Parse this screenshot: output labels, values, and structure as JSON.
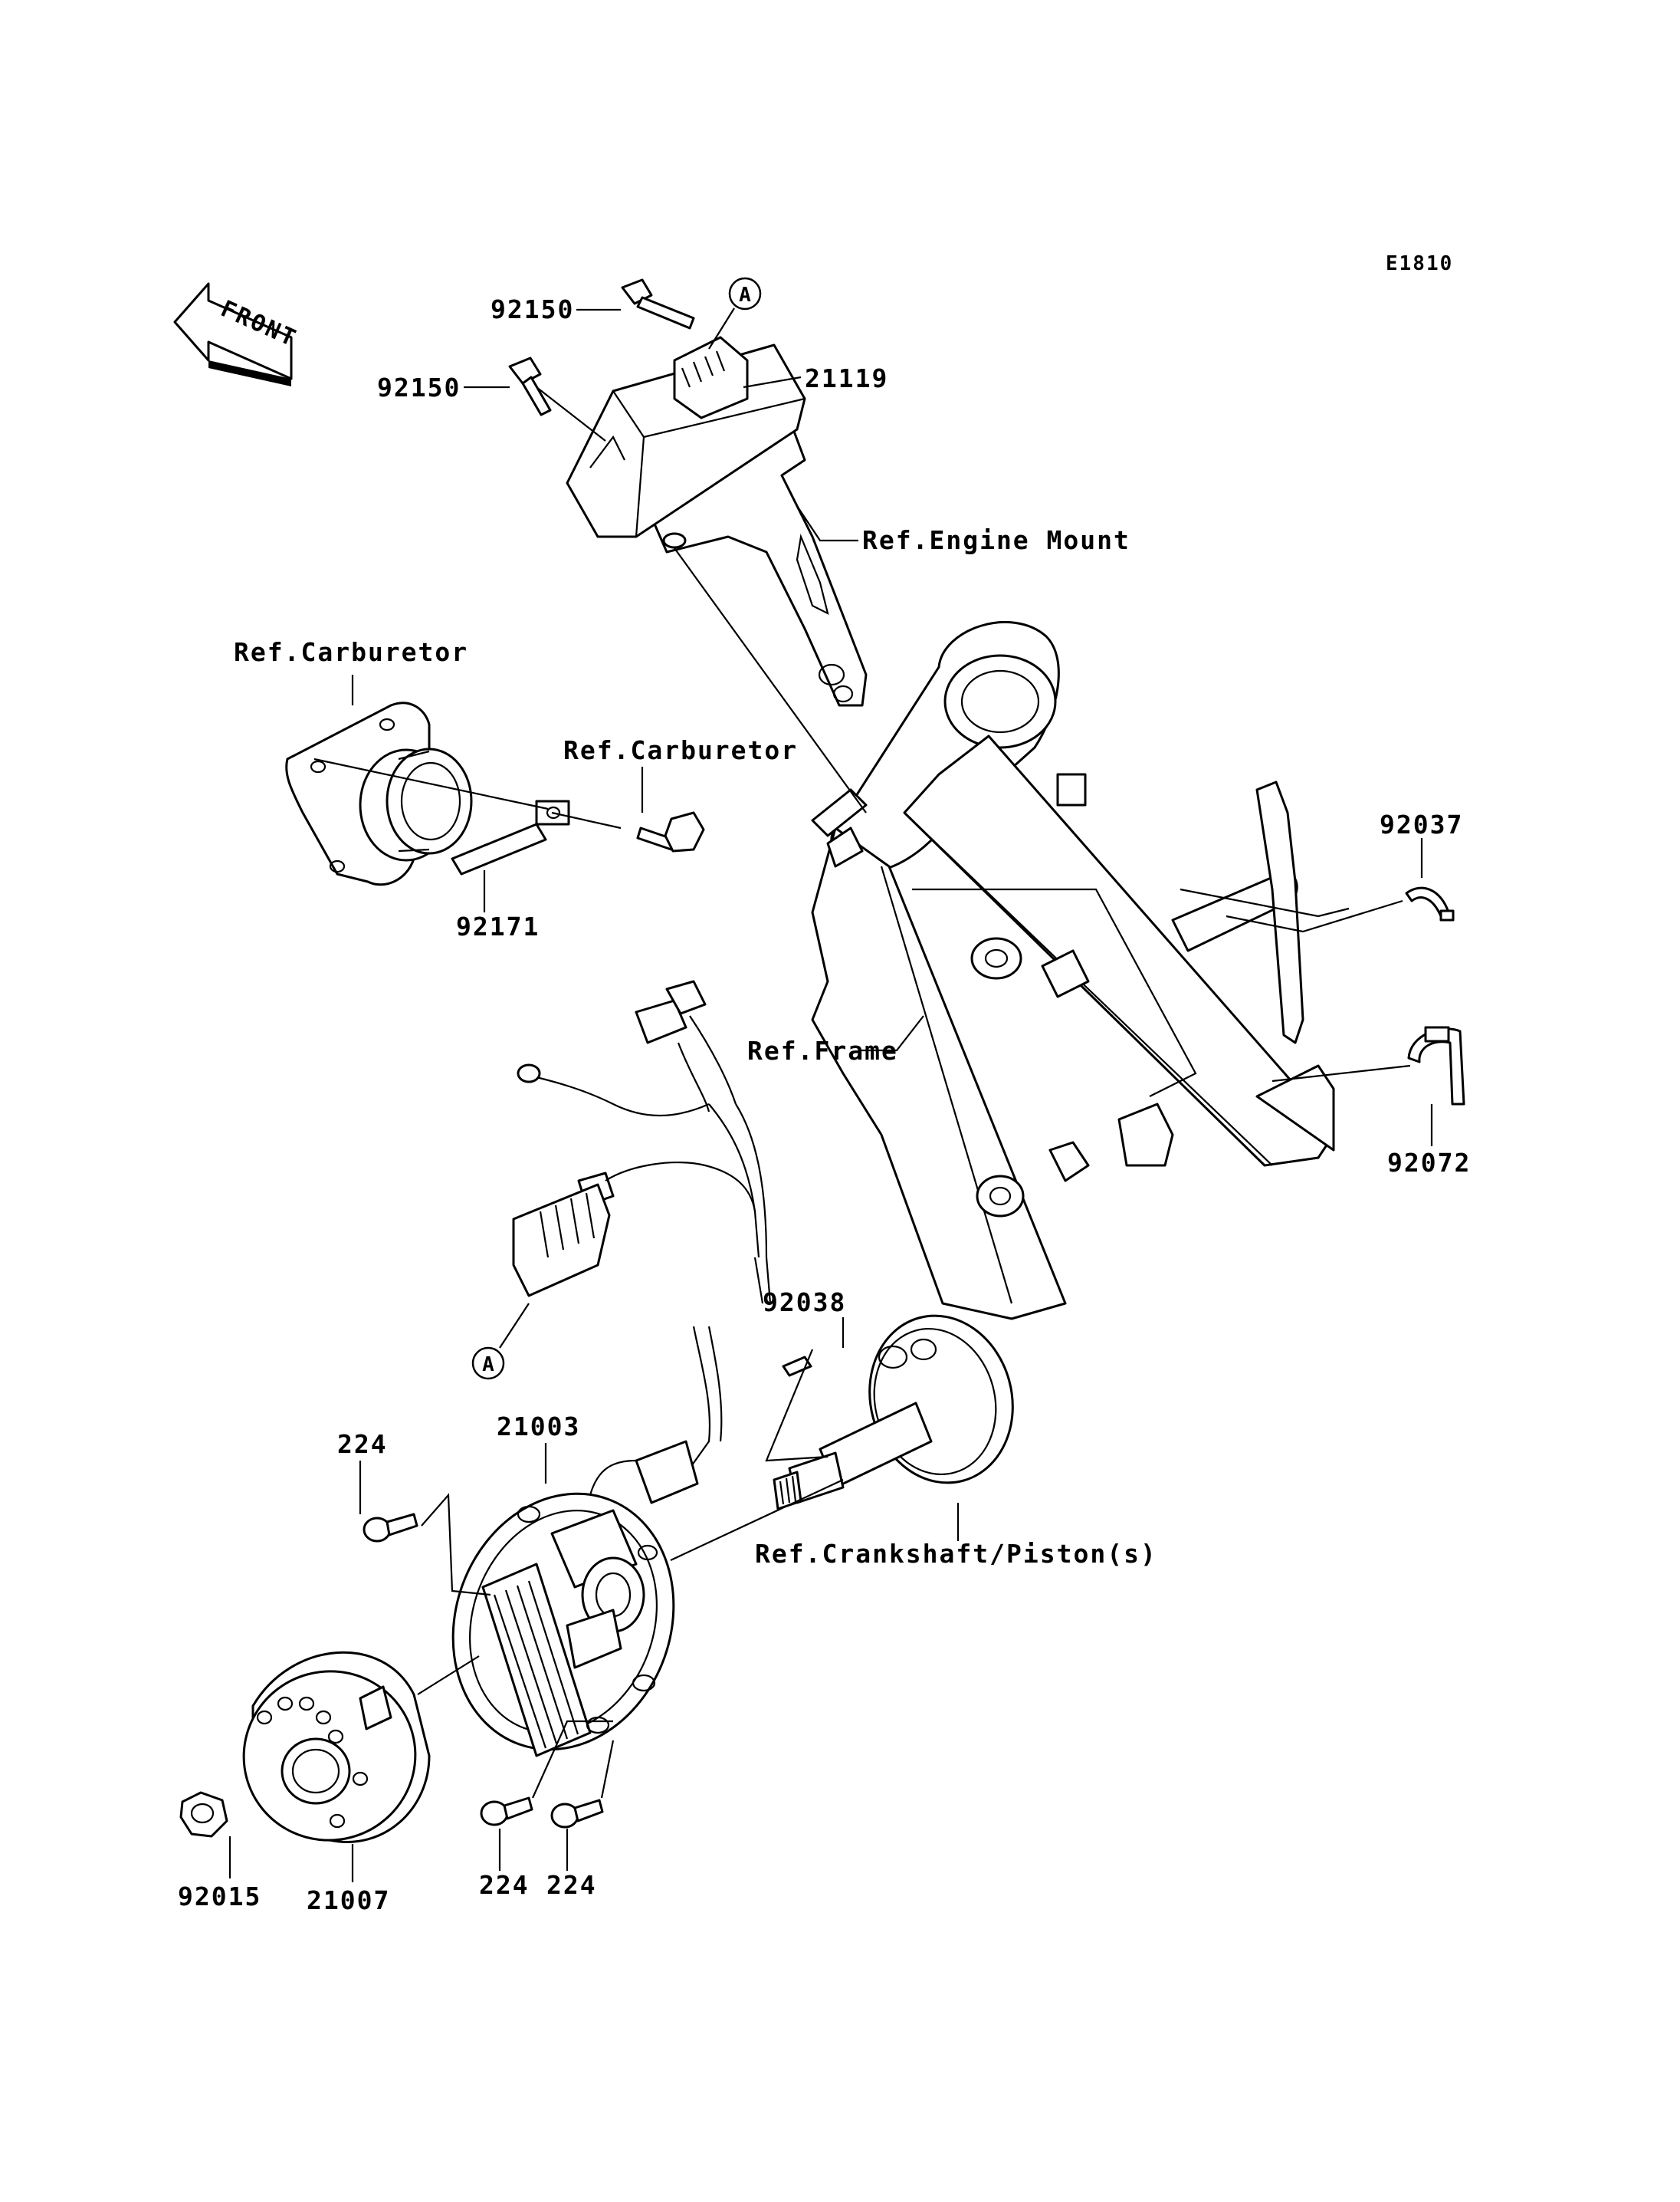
{
  "diagram": {
    "code": "E1810",
    "front_label": "FRONT",
    "ref_labels": {
      "carburetor_top": "Ref.Carburetor",
      "carburetor_side": "Ref.Carburetor",
      "engine_mount": "Ref.Engine Mount",
      "frame": "Ref.Frame",
      "crankshaft": "Ref.Crankshaft/Piston(s)"
    },
    "callouts": {
      "marker_a_top": "A",
      "marker_a_bottom": "A"
    },
    "part_numbers": {
      "bolt_top": "92150",
      "bolt_left": "92150",
      "cdi_unit": "21119",
      "clamp_band": "92171",
      "clamp_upper": "92037",
      "clamp_lower": "92072",
      "woodruff_key": "92038",
      "stator": "21003",
      "screw_top": "224",
      "screw_bottom_left": "224",
      "screw_bottom_right": "224",
      "nut": "92015",
      "rotor": "21007"
    }
  }
}
